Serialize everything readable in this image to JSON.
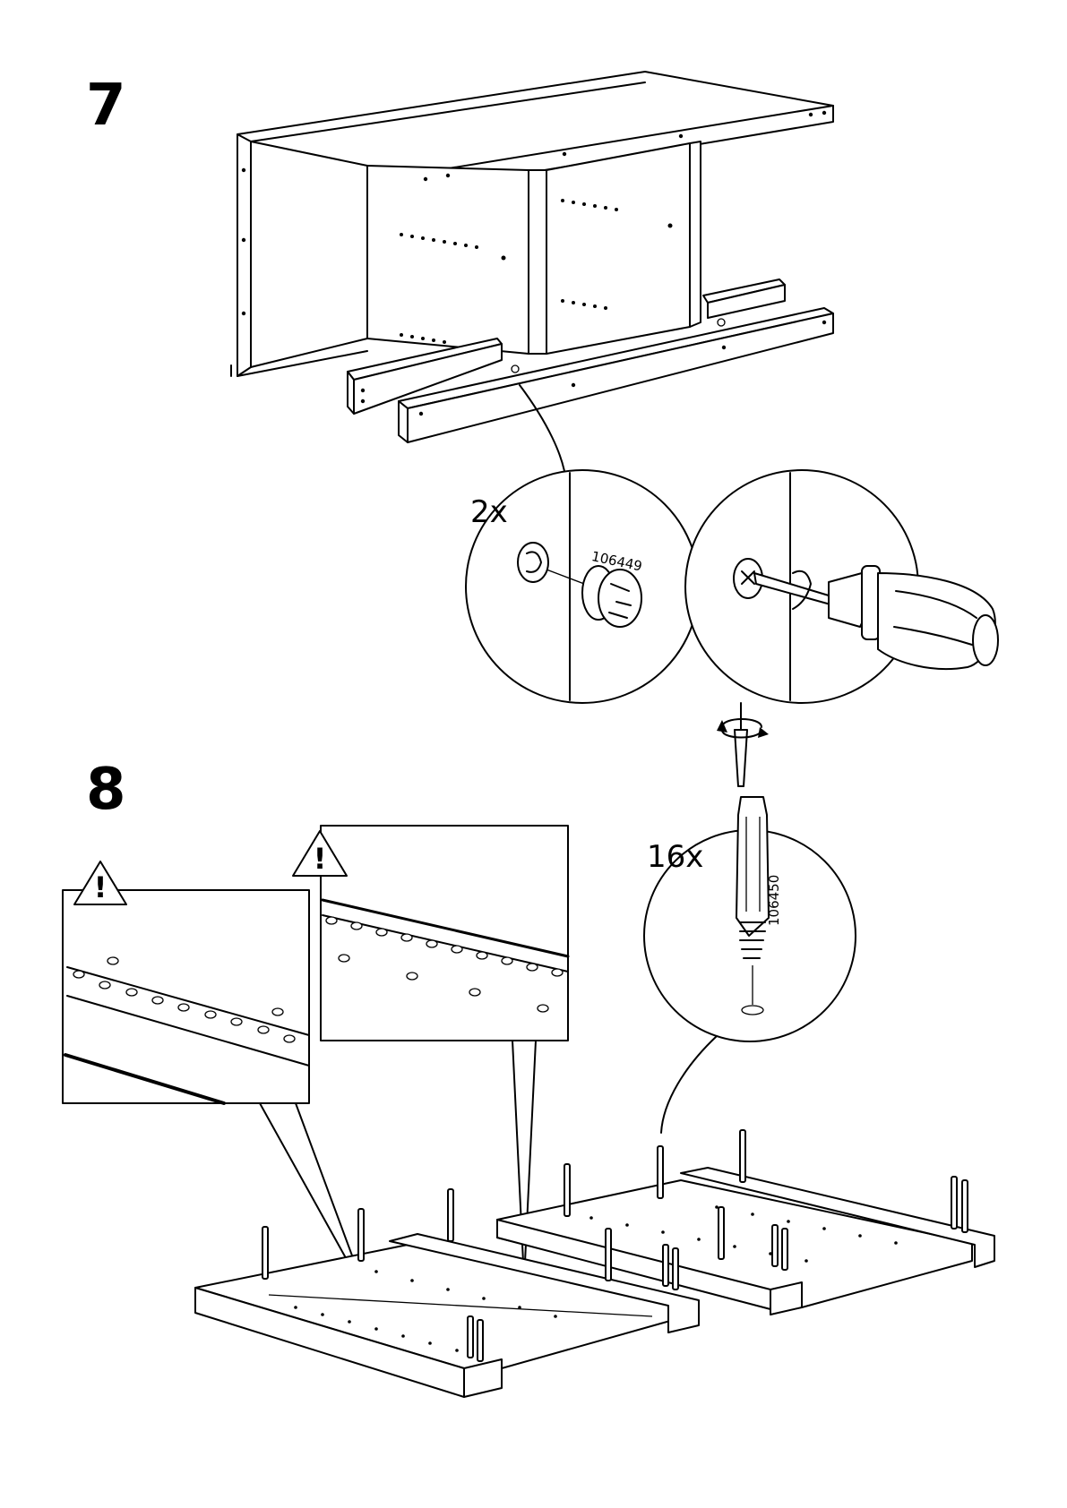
{
  "steps": [
    {
      "number": "7",
      "quantity": "2x",
      "part_number": "106449"
    },
    {
      "number": "8",
      "quantity": "16x",
      "part_number": "106450"
    }
  ],
  "warnings": [
    {
      "icon": "warning-triangle-icon",
      "glyph": "!"
    },
    {
      "icon": "warning-triangle-icon",
      "glyph": "!"
    }
  ]
}
